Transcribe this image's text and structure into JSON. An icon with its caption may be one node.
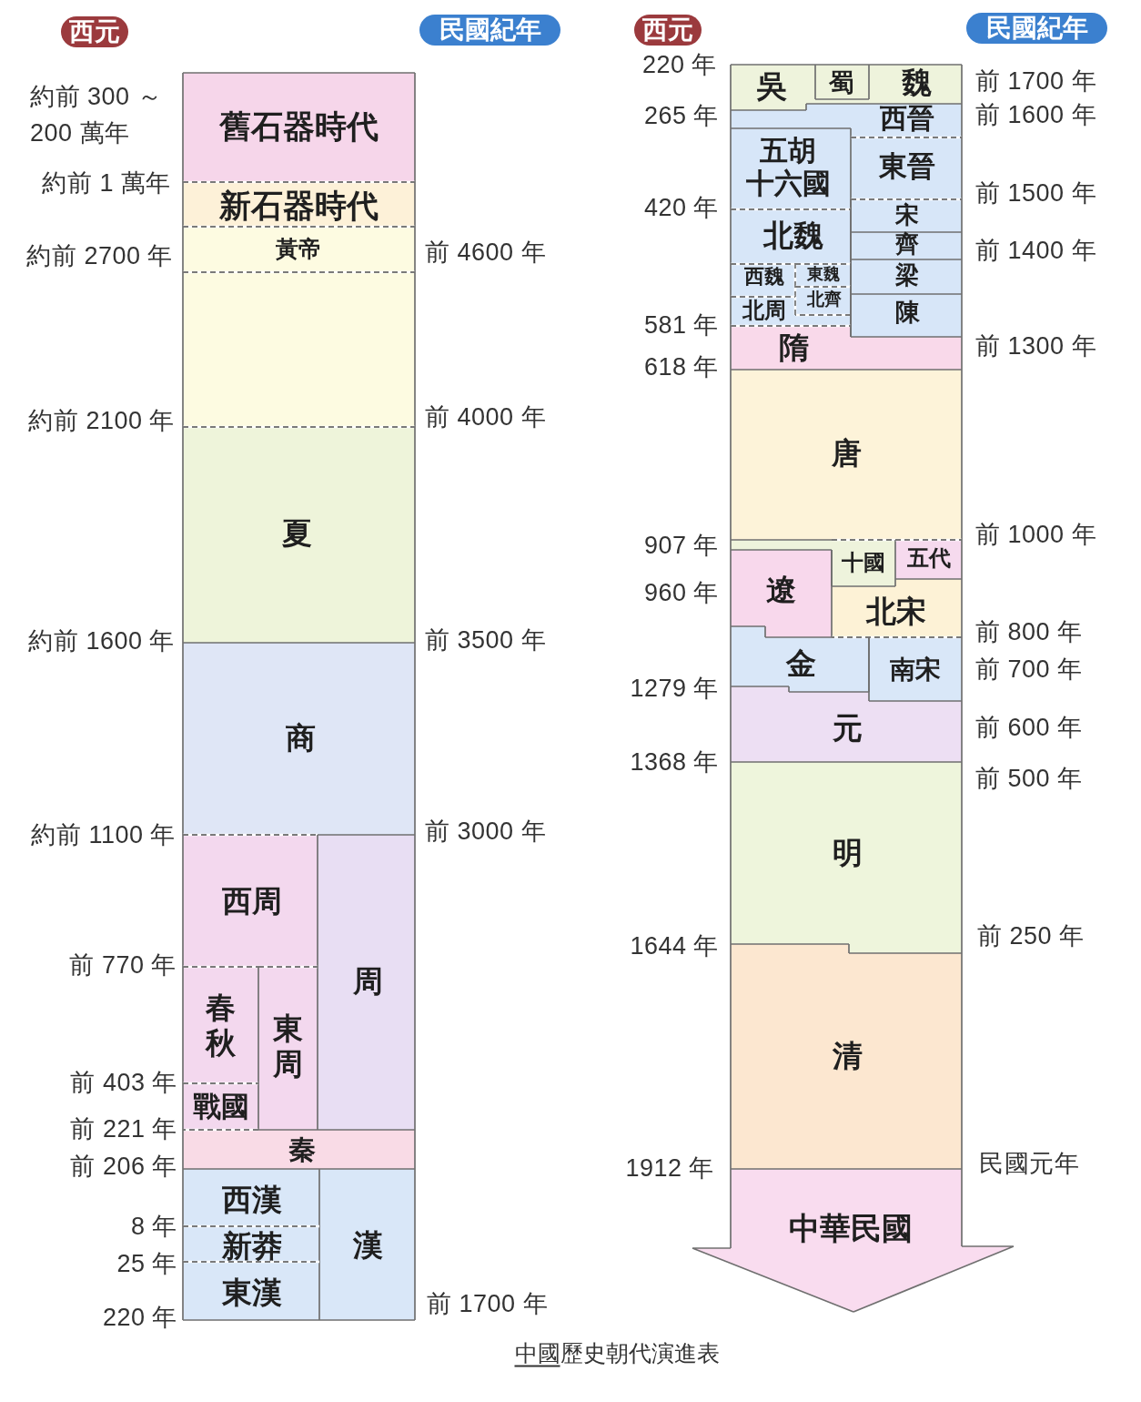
{
  "diagram": {
    "caption": "中國歷史朝代演進表",
    "nodes": [
      {
        "text": [
          "西元"
        ]
      },
      {
        "text": [
          "民國紀年"
        ]
      },
      {
        "text": [
          "舊石器時代"
        ]
      },
      {
        "text": [
          "新石器時代"
        ]
      },
      {
        "text": [
          "黃帝"
        ]
      },
      {
        "text": [],
        "shape": "box"
      },
      {
        "text": [
          "夏"
        ]
      },
      {
        "text": [
          "商"
        ]
      },
      {
        "text": [
          "西周"
        ]
      },
      {
        "text": [
          "周"
        ]
      },
      {
        "text": [
          "春秋"
        ]
      },
      {
        "text": [
          "東周"
        ]
      },
      {
        "text": [
          "戰國"
        ]
      },
      {
        "text": [
          "秦"
        ]
      },
      {
        "text": [
          "西漢"
        ]
      },
      {
        "text": [
          "漢"
        ]
      },
      {
        "text": [
          "新莽"
        ]
      },
      {
        "text": [
          "東漢"
        ]
      },
      {
        "text": [
          "西元"
        ]
      },
      {
        "text": [
          "民國紀年"
        ]
      },
      {
        "text": [
          "吳"
        ]
      },
      {
        "text": [
          "蜀"
        ]
      },
      {
        "text": [
          "魏"
        ]
      },
      {
        "text": [
          "西晉"
        ]
      },
      {
        "text": [
          "五胡十六國"
        ]
      },
      {
        "text": [
          "東晉"
        ]
      },
      {
        "text": [
          "宋"
        ]
      },
      {
        "text": [
          "北魏"
        ]
      },
      {
        "text": [
          "齊"
        ]
      },
      {
        "text": [
          "梁"
        ]
      },
      {
        "text": [
          "西魏"
        ]
      },
      {
        "text": [
          "東魏"
        ]
      },
      {
        "text": [
          "北齊"
        ]
      },
      {
        "text": [
          "陳"
        ]
      },
      {
        "text": [
          "北周"
        ]
      },
      {
        "text": [
          "隋"
        ]
      },
      {
        "text": [
          "唐"
        ]
      },
      {
        "text": [
          "十國"
        ]
      },
      {
        "text": [
          "五代"
        ]
      },
      {
        "text": [
          "遼"
        ]
      },
      {
        "text": [
          "北宋"
        ]
      },
      {
        "text": [
          "金"
        ]
      },
      {
        "text": [
          "南宋"
        ]
      },
      {
        "text": [
          "元"
        ]
      },
      {
        "text": [
          "明"
        ]
      },
      {
        "text": [
          "清"
        ]
      },
      {
        "text": [
          "中華民國"
        ]
      }
    ],
    "labels": [
      "約前 300 ～ 200 萬年",
      "約前 1 萬年",
      "約前 2700 年",
      "約前 2100 年",
      "約前 1600 年",
      "約前 1100 年",
      "前 770 年",
      "前 403 年",
      "前 221 年",
      "前 206 年",
      "8 年",
      "25 年",
      "220 年",
      "前 4600 年",
      "前 4000 年",
      "前 3500 年",
      "前 3000 年",
      "前 1700 年",
      "220 年",
      "265 年",
      "420 年",
      "581 年",
      "618 年",
      "907 年",
      "960 年",
      "1279 年",
      "1368 年",
      "1644 年",
      "1912 年",
      "前 1700 年",
      "前 1600 年",
      "前 1500 年",
      "前 1400 年",
      "前 1300 年",
      "前 1000 年",
      "前 800 年",
      "前 700 年",
      "前 600 年",
      "前 500 年",
      "前 250 年",
      "民國元年"
    ]
  }
}
